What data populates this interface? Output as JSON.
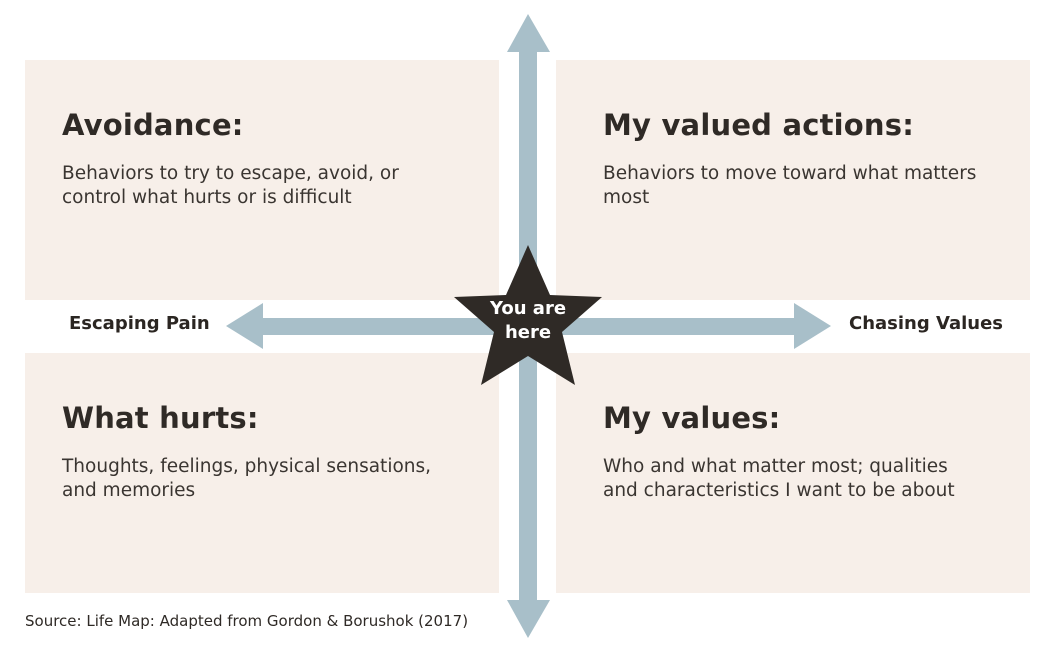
{
  "quadrants": {
    "top_left": {
      "title": "Avoidance:",
      "text": "Behaviors to try to escape, avoid, or control what hurts or is difficult"
    },
    "top_right": {
      "title": "My valued actions:",
      "text": "Behaviors to move toward what matters most"
    },
    "bottom_left": {
      "title": "What hurts:",
      "text": "Thoughts, feelings, physical sensations, and memories"
    },
    "bottom_right": {
      "title": "My values:",
      "text": "Who and what matter most; qualities and characteristics I want to be about"
    }
  },
  "axis": {
    "left_label": "Escaping Pain",
    "right_label": "Chasing Values"
  },
  "center": {
    "line1": "You are",
    "line2": "here"
  },
  "source": "Source: Life Map: Adapted from Gordon & Borushok (2017)",
  "colors": {
    "quadrant_bg": "#f7efe9",
    "arrow": "#a8bfc9",
    "star": "#2f2a26"
  }
}
